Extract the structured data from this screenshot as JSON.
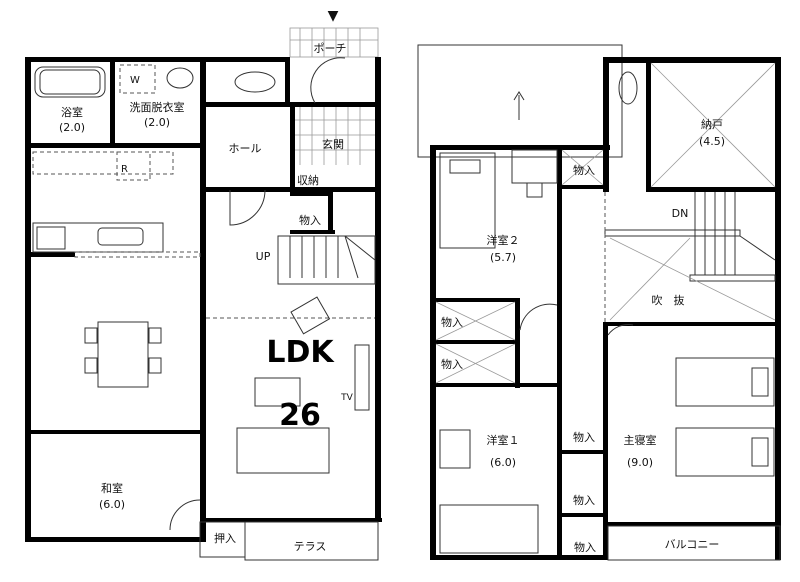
{
  "floor1": {
    "entrance_marker": "▼",
    "rooms": {
      "porch": "ポーチ",
      "bath": "浴室",
      "bath_size": "(2.0)",
      "washroom": "洗面脱衣室",
      "washroom_size": "(2.0)",
      "hall": "ホール",
      "genkan": "玄関",
      "shuno": "収納",
      "monoire": "物入",
      "up": "UP",
      "ldk": "LDK",
      "ldk_size": "26",
      "tv": "TV",
      "washitsu": "和室",
      "washitsu_size": "(6.0)",
      "oshiire": "押入",
      "terrace": "テラス",
      "fridge": "R",
      "washer": "W"
    }
  },
  "floor2": {
    "rooms": {
      "western2": "洋室２",
      "western2_size": "(5.7)",
      "closet_top": "物入",
      "nando": "納戸",
      "nando_size": "(4.5)",
      "dn": "DN",
      "fukinuke": "吹　抜",
      "closet_a": "物入",
      "closet_b": "物入",
      "western1": "洋室１",
      "western1_size": "(6.0)",
      "master": "主寝室",
      "master_size": "(9.0)",
      "closet_c": "物入",
      "closet_d": "物入",
      "closet_e": "物入",
      "balcony": "バルコニー"
    }
  }
}
